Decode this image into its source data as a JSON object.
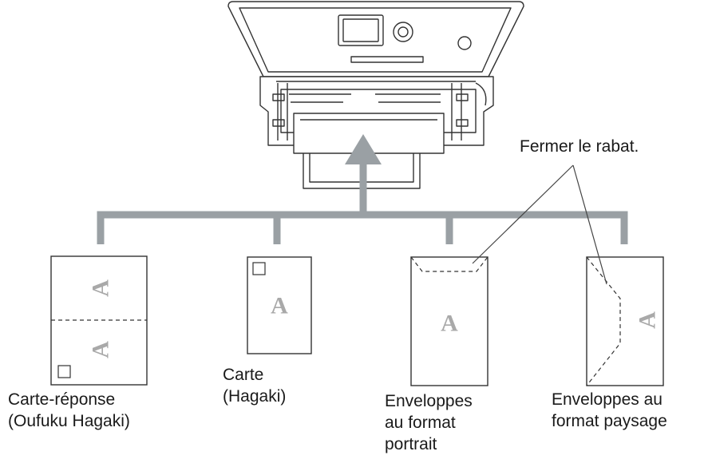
{
  "annotation": "Fermer le rabat.",
  "card_glyph": "A",
  "media": [
    {
      "id": "reply-card",
      "caption_lines": [
        "Carte-réponse",
        "(Oufuku Hagaki)"
      ]
    },
    {
      "id": "postcard",
      "caption_lines": [
        "Carte",
        "(Hagaki)"
      ]
    },
    {
      "id": "portrait-envelope",
      "caption_lines": [
        "Enveloppes",
        "au format",
        "portrait"
      ]
    },
    {
      "id": "landscape-envelope",
      "caption_lines": [
        "Enveloppes au",
        "format paysage"
      ]
    }
  ],
  "colors": {
    "arrow": "#9aa0a4",
    "outline": "#333333",
    "glyph": "#a9a9a9"
  }
}
